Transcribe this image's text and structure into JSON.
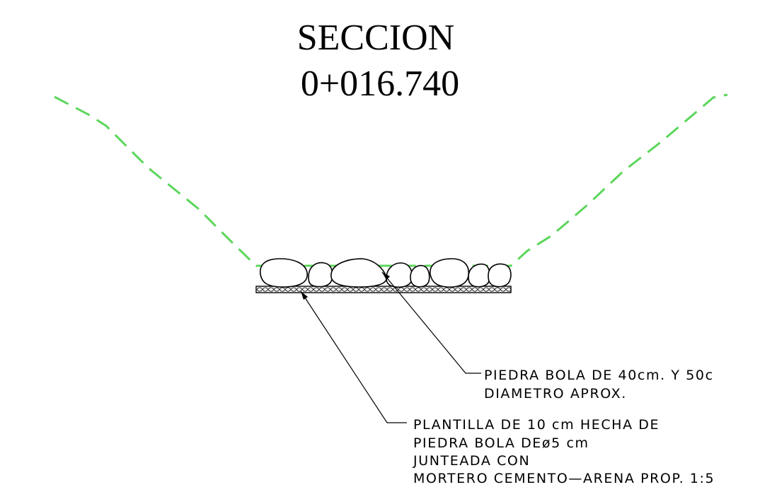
{
  "title": {
    "line1": "SECCION",
    "line2": "0+016.740"
  },
  "annotations": {
    "stone": {
      "line1": "PIEDRA BOLA DE 40cm. Y 50c",
      "line2": "DIAMETRO APROX."
    },
    "base": {
      "line1": "PLANTILLA DE 10 cm HECHA DE",
      "line2": "PIEDRA BOLA DEø5 cm",
      "line3": "JUNTEADA CON",
      "line4": "MORTERO CEMENTO—ARENA PROP. 1:5"
    }
  },
  "colors": {
    "terrain_line": "#5cd65c",
    "linework": "#000000",
    "background": "#ffffff"
  }
}
